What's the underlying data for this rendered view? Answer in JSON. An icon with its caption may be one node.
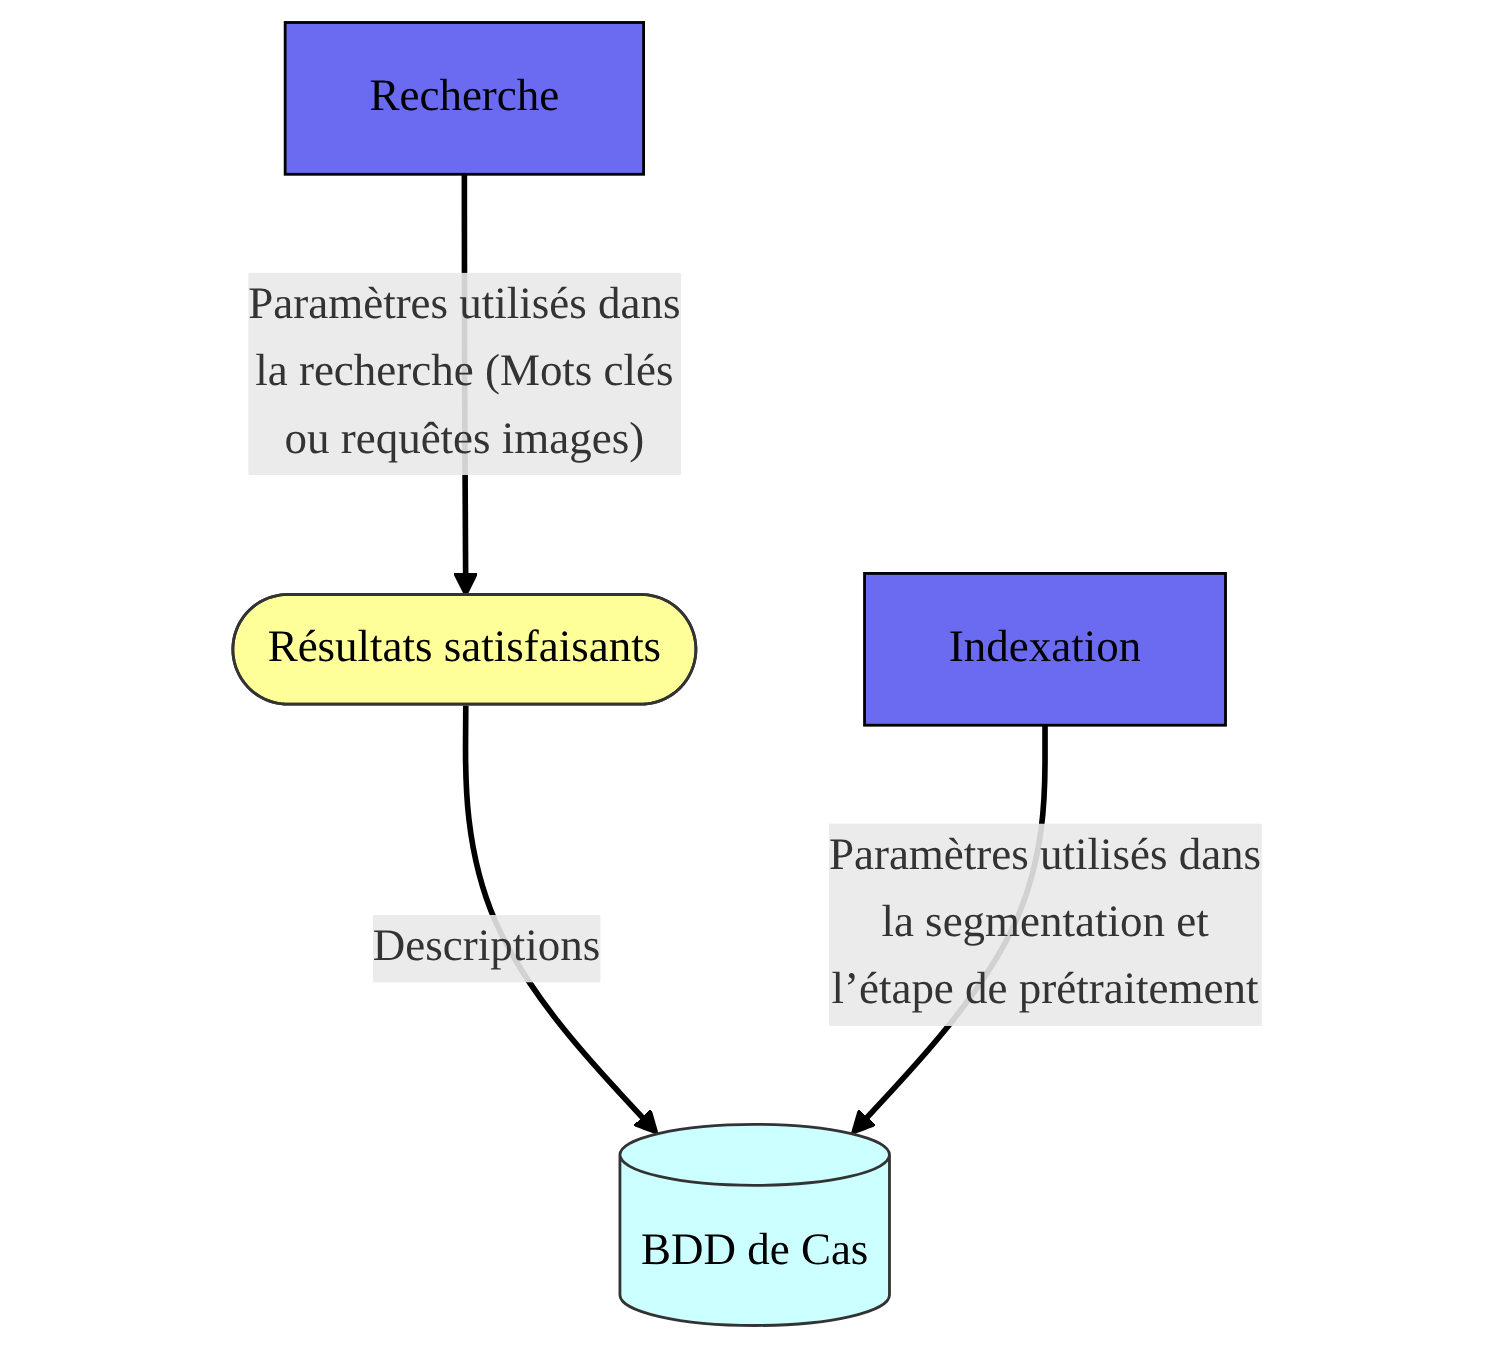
{
  "diagram": {
    "nodes": [
      {
        "text": [
          "Recherche"
        ]
      },
      {
        "text": [
          "Résultats satisfaisants"
        ]
      },
      {
        "text": [
          "Indexation"
        ]
      },
      {
        "text": [
          "BDD de Cas"
        ]
      }
    ],
    "edges": [
      {
        "from": 0,
        "to": 1,
        "arrow": "to",
        "label": "Paramètres utilisés dans la recherche (Mots clés ou requêtes images)"
      },
      {
        "from": 1,
        "to": 3,
        "arrow": "to",
        "label": "Descriptions"
      },
      {
        "from": 2,
        "to": 3,
        "arrow": "to",
        "label": "Paramètres utilisés dans la segmentation et l’étape de prétraitement"
      }
    ]
  }
}
